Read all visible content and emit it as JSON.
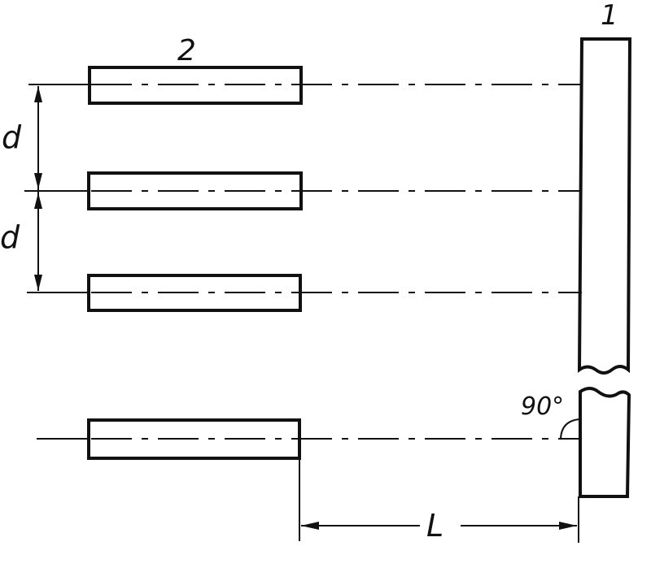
{
  "labels": {
    "plate": "1",
    "rod": "2",
    "spacing_top": "d",
    "spacing_bottom": "d",
    "angle": "90°",
    "distance": "L"
  },
  "colors": {
    "ink": "#111111",
    "paper": "#ffffff"
  }
}
